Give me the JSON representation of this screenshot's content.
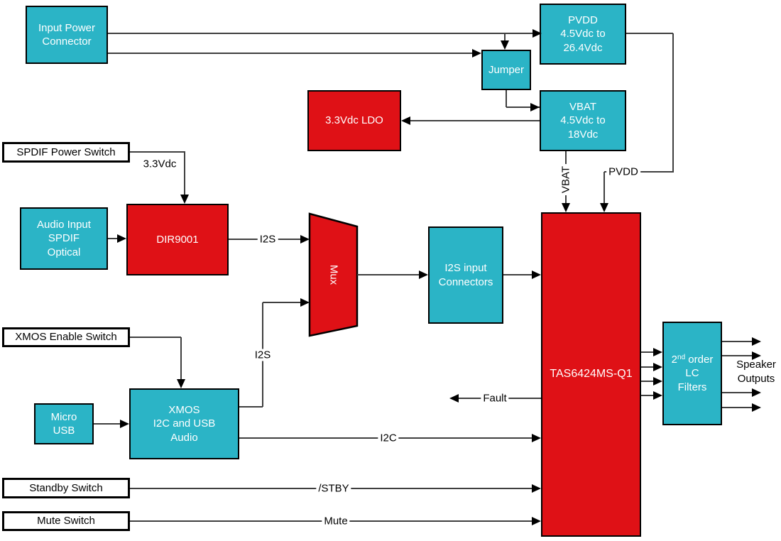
{
  "colors": {
    "block_cyan": "#2bb4c6",
    "block_red": "#df1116",
    "switch_bg": "#ffffff",
    "wire": "#3f3f3f",
    "border": "#000000",
    "text_on_block": "#ffffff",
    "label_text": "#000000"
  },
  "blocks": {
    "input_power_connector": {
      "label": "Input Power\nConnector"
    },
    "pvdd_supply": {
      "label": "PVDD\n4.5Vdc to\n26.4Vdc"
    },
    "jumper": {
      "label": "Jumper"
    },
    "vbat_supply": {
      "label": "VBAT\n4.5Vdc to\n18Vdc"
    },
    "ldo": {
      "label": "3.3Vdc LDO"
    },
    "spdif_power_switch": {
      "label": "SPDIF Power Switch"
    },
    "audio_input": {
      "label": "Audio Input\nSPDIF\nOptical"
    },
    "dir9001": {
      "label": "DIR9001"
    },
    "mux": {
      "label": "Mux"
    },
    "i2s_input_connectors": {
      "label": "I2S input\nConnectors"
    },
    "tas6424": {
      "label": "TAS6424MS-Q1"
    },
    "xmos_enable_switch": {
      "label": "XMOS Enable Switch"
    },
    "micro_usb": {
      "label": "Micro\nUSB"
    },
    "xmos_audio": {
      "label": "XMOS\nI2C and USB\nAudio"
    },
    "standby_switch": {
      "label": "Standby Switch"
    },
    "mute_switch": {
      "label": "Mute Switch"
    },
    "lc_filters": {
      "line1_base": "2",
      "line1_sup": "nd",
      "line1_rest": " order",
      "line2": "LC",
      "line3": "Filters"
    }
  },
  "wire_labels": {
    "v33": "3.3Vdc",
    "i2s_top": "I2S",
    "i2s_bottom": "I2S",
    "i2c": "I2C",
    "fault": "Fault",
    "stby": "/STBY",
    "mute": "Mute",
    "pvdd": "PVDD",
    "vbat": "VBAT"
  },
  "annotations": {
    "speaker_outputs": "Speaker\nOutputs"
  }
}
